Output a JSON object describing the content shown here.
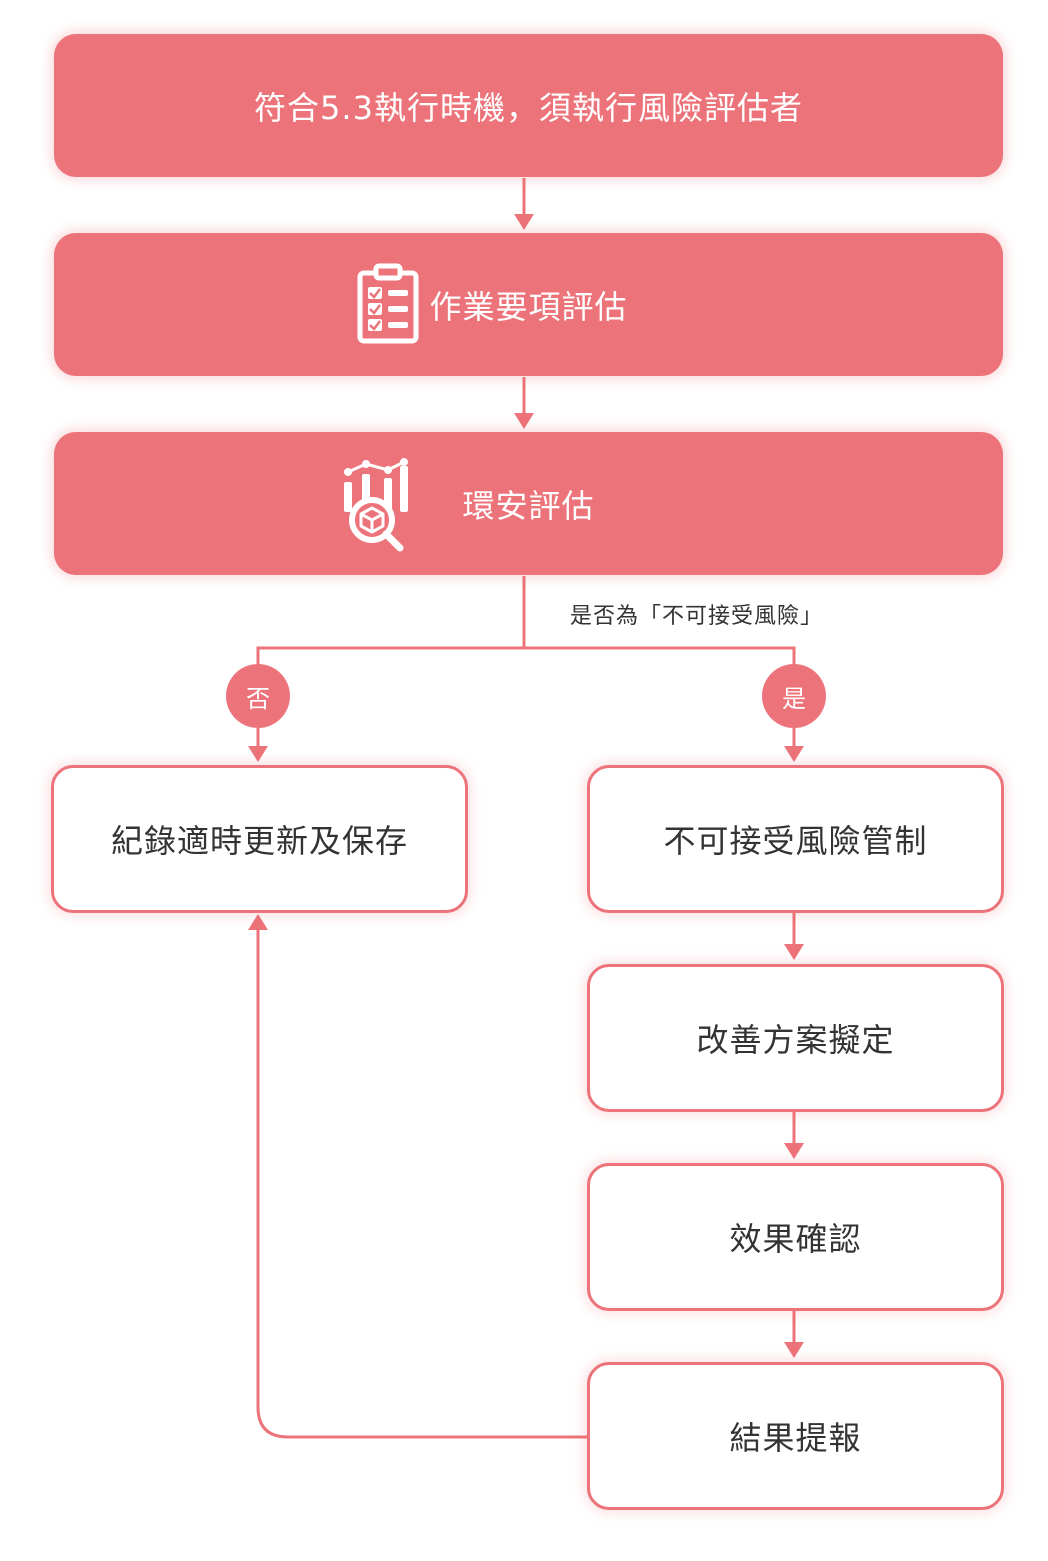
{
  "colors": {
    "accent": "#ec7379",
    "text_dark": "#333333",
    "text_light": "#ffffff"
  },
  "nodes": {
    "trigger": "符合5.3執行時機，須執行風險評估者",
    "task_assessment": "作業要項評估",
    "env_safety_assessment": "環安評估",
    "record_update": "紀錄適時更新及保存",
    "risk_control": "不可接受風險管制",
    "improvement_plan": "改善方案擬定",
    "effect_confirm": "效果確認",
    "result_report": "結果提報"
  },
  "decision": {
    "question": "是否為「不可接受風險」",
    "no_label": "否",
    "yes_label": "是"
  },
  "icons": {
    "task_assessment": "clipboard-checklist-icon",
    "env_safety_assessment": "chart-magnifier-icon"
  }
}
